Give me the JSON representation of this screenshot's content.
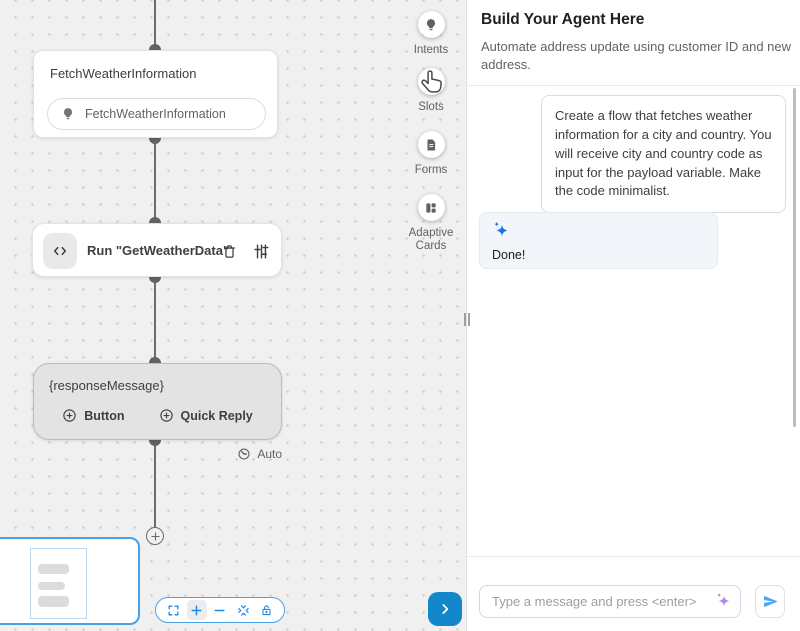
{
  "flow": {
    "intent_node": {
      "title": "FetchWeatherInformation",
      "intent_pill": "FetchWeatherInformation"
    },
    "code_node": {
      "label": "Run \"GetWeatherData\""
    },
    "message_node": {
      "variable": "{responseMessage}",
      "add_button": "Button",
      "add_quick_reply": "Quick Reply"
    },
    "auto_label": "Auto"
  },
  "toolbar": {
    "items": [
      {
        "label": "Intents"
      },
      {
        "label": "Slots"
      },
      {
        "label": "Forms"
      },
      {
        "label": "Adaptive Cards"
      }
    ]
  },
  "panel": {
    "title": "Build Your Agent Here",
    "subtitle": "Automate address update using customer ID and new address.",
    "messages": [
      {
        "role": "user",
        "text": "Create a flow that fetches weather information for a city and country. You will receive city and country code as input for the payload variable. Make the code minimalist."
      },
      {
        "role": "agent",
        "text": "Done!"
      }
    ],
    "input": {
      "placeholder": "Type a message and press <enter>"
    }
  },
  "colors": {
    "accent_blue": "#1e88e5",
    "toggle_blue": "#1287c9",
    "agent_sparkle": "#1a73e8",
    "input_sparkle": "#b18ae8",
    "send_blue": "#42a5f5"
  }
}
